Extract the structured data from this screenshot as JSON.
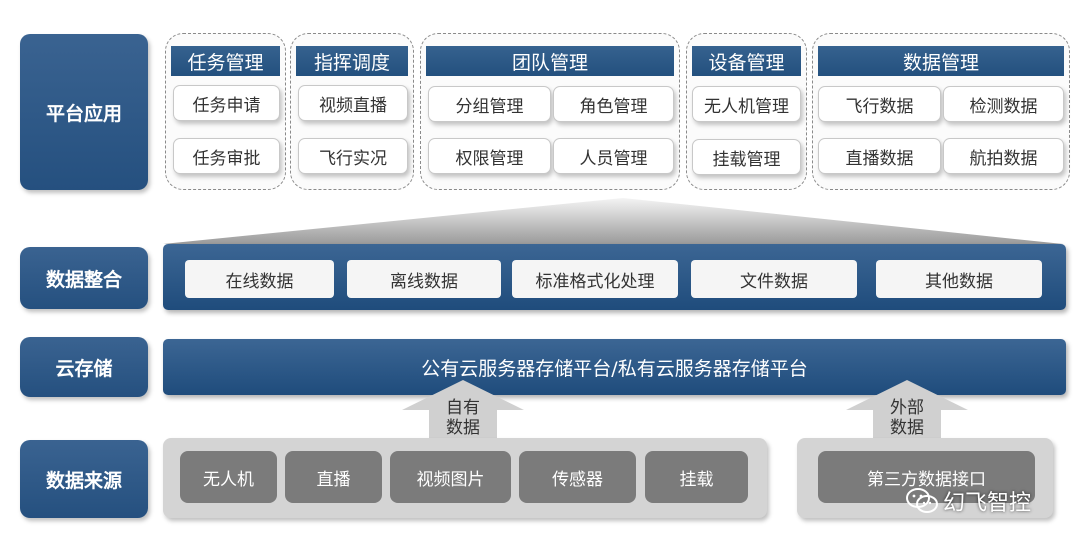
{
  "layers": {
    "app": "平台应用",
    "integration": "数据整合",
    "cloud": "云存储",
    "source": "数据来源"
  },
  "groups": [
    {
      "title": "任务管理",
      "items": [
        "任务申请",
        "任务审批"
      ]
    },
    {
      "title": "指挥调度",
      "items": [
        "视频直播",
        "飞行实况"
      ]
    },
    {
      "title": "团队管理",
      "items": [
        "分组管理",
        "角色管理",
        "权限管理",
        "人员管理"
      ]
    },
    {
      "title": "设备管理",
      "items": [
        "无人机管理",
        "挂载管理"
      ]
    },
    {
      "title": "数据管理",
      "items": [
        "飞行数据",
        "检测数据",
        "直播数据",
        "航拍数据"
      ]
    }
  ],
  "integration_items": [
    "在线数据",
    "离线数据",
    "标准格式化处理",
    "文件数据",
    "其他数据"
  ],
  "cloud_text": "公有云服务器存储平台/私有云服务器存储平台",
  "arrows": {
    "own_line1": "自有",
    "own_line2": "数据",
    "external_line1": "外部",
    "external_line2": "数据"
  },
  "sources": [
    "无人机",
    "直播",
    "视频图片",
    "传感器",
    "挂载"
  ],
  "third_party": "第三方数据接口",
  "watermark": {
    "text": "幻飞智控",
    "icon": "wechat-icon"
  }
}
